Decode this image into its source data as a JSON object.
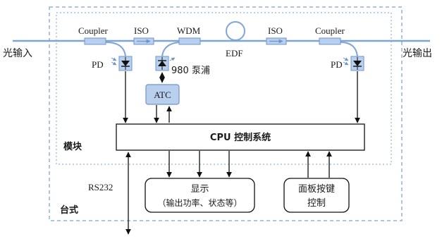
{
  "labels": {
    "light_input": "光输入",
    "light_output": "光输出",
    "coupler_left": "Coupler",
    "iso_left": "ISO",
    "wdm": "WDM",
    "edf": "EDF",
    "iso_right": "ISO",
    "coupler_right": "Coupler",
    "pd_left": "PD",
    "pump": "980 泵浦",
    "pd_right": "PD",
    "atc": "ATC",
    "cpu": "CPU  控制系统",
    "module": "模块",
    "rs232": "RS232",
    "display_line1": "显示",
    "display_line2": "（输出功率、状态等）",
    "panel_line1": "面板按键",
    "panel_line2": "控制",
    "desktop": "台式"
  },
  "colors": {
    "fiber": "#7ea6d4",
    "component_fill": "#b8d0ee",
    "component_stroke": "#6f95c8",
    "dash": "#8fb2dd",
    "arrow": "#111111"
  }
}
